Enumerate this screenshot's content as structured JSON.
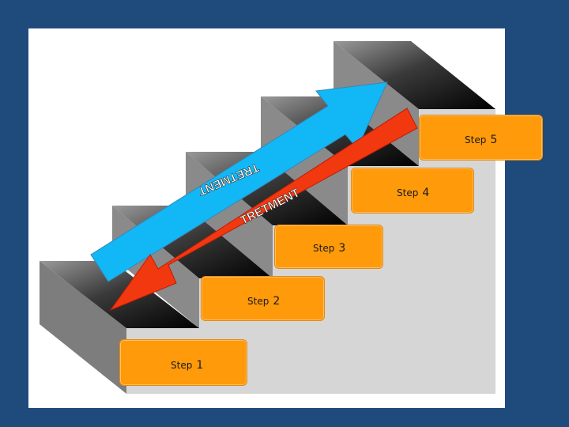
{
  "diagram": {
    "arrows": {
      "up": {
        "label": "TRETMENT",
        "color": "#12b7f5"
      },
      "down": {
        "label": "TRETMENT",
        "color": "#f2380e"
      }
    },
    "steps": [
      {
        "word": "Step",
        "number": "1"
      },
      {
        "word": "Step",
        "number": "2"
      },
      {
        "word": "Step",
        "number": "3"
      },
      {
        "word": "Step",
        "number": "4"
      },
      {
        "word": "Step",
        "number": "5"
      }
    ],
    "colors": {
      "background": "#1f4a7c",
      "panel": "#ffffff",
      "step_box": "#ff9a0a",
      "stair_top": "#d4d4d4",
      "stair_side": "#8c8c8c",
      "stair_dark": "#111111"
    }
  }
}
